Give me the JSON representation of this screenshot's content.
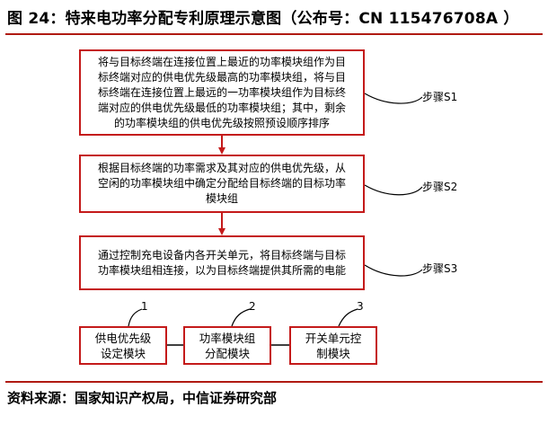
{
  "title": "图 24：特来电功率分配专利原理示意图（公布号：CN 115476708A ）",
  "steps": [
    {
      "label": "步骤S1",
      "lines": [
        "将与目标终端在连接位置上最近的功率模块组作为目",
        "标终端对应的供电优先级最高的功率模块组，将与目",
        "标终端在连接位置上最远的一功率模块组作为目标终",
        "端对应的供电优先级最低的功率模块组；其中，剩余",
        "的功率模块组的供电优先级按照预设顺序排序"
      ]
    },
    {
      "label": "步骤S2",
      "lines": [
        "根据目标终端的功率需求及其对应的供电优先级，从",
        "空闲的功率模块组中确定分配给目标终端的目标功率",
        "模块组"
      ]
    },
    {
      "label": "步骤S3",
      "lines": [
        "通过控制充电设备内各开关单元，将目标终端与目标",
        "功率模块组相连接，以为目标终端提供其所需的电能"
      ]
    }
  ],
  "modules": [
    {
      "number": "1",
      "lines": [
        "供电优先级",
        "设定模块"
      ]
    },
    {
      "number": "2",
      "lines": [
        "功率模块组",
        "分配模块"
      ]
    },
    {
      "number": "3",
      "lines": [
        "开关单元控",
        "制模块"
      ]
    }
  ],
  "source": "资料来源：国家知识产权局，中信证券研究部",
  "colors": {
    "box_border": "#c41a1a",
    "rule": "#b01a12",
    "connector": "#000000"
  }
}
